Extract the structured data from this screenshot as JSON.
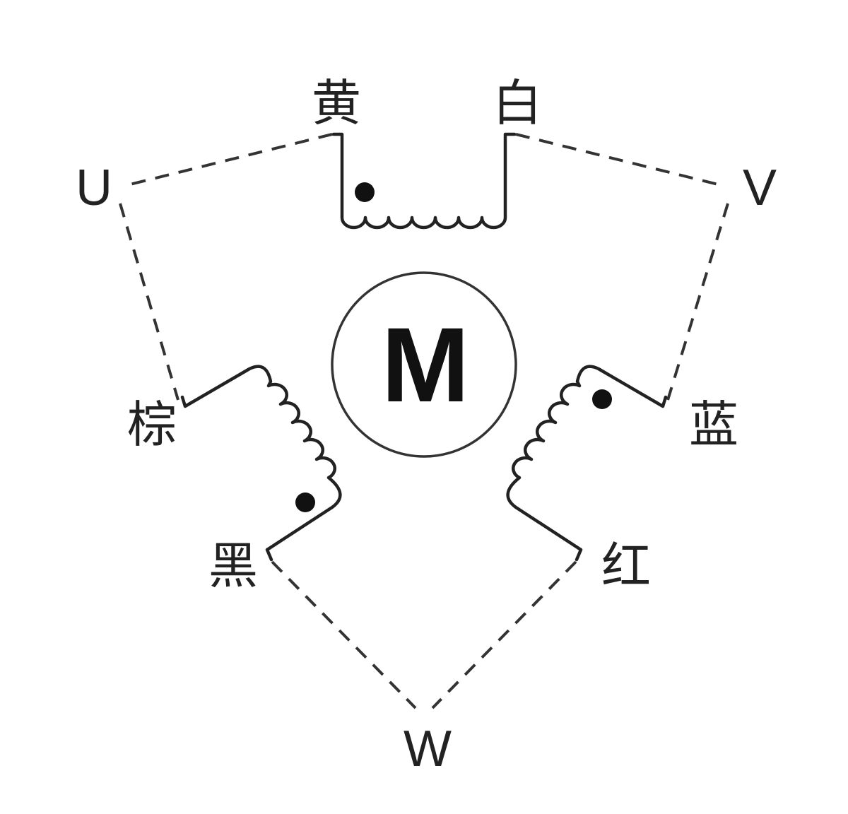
{
  "terminals": {
    "u": "U",
    "v": "V",
    "w": "W"
  },
  "wires": {
    "yellow": "黄",
    "white": "白",
    "brown": "棕",
    "blue": "蓝",
    "black": "黑",
    "red": "红"
  },
  "motor": {
    "label": "M"
  }
}
